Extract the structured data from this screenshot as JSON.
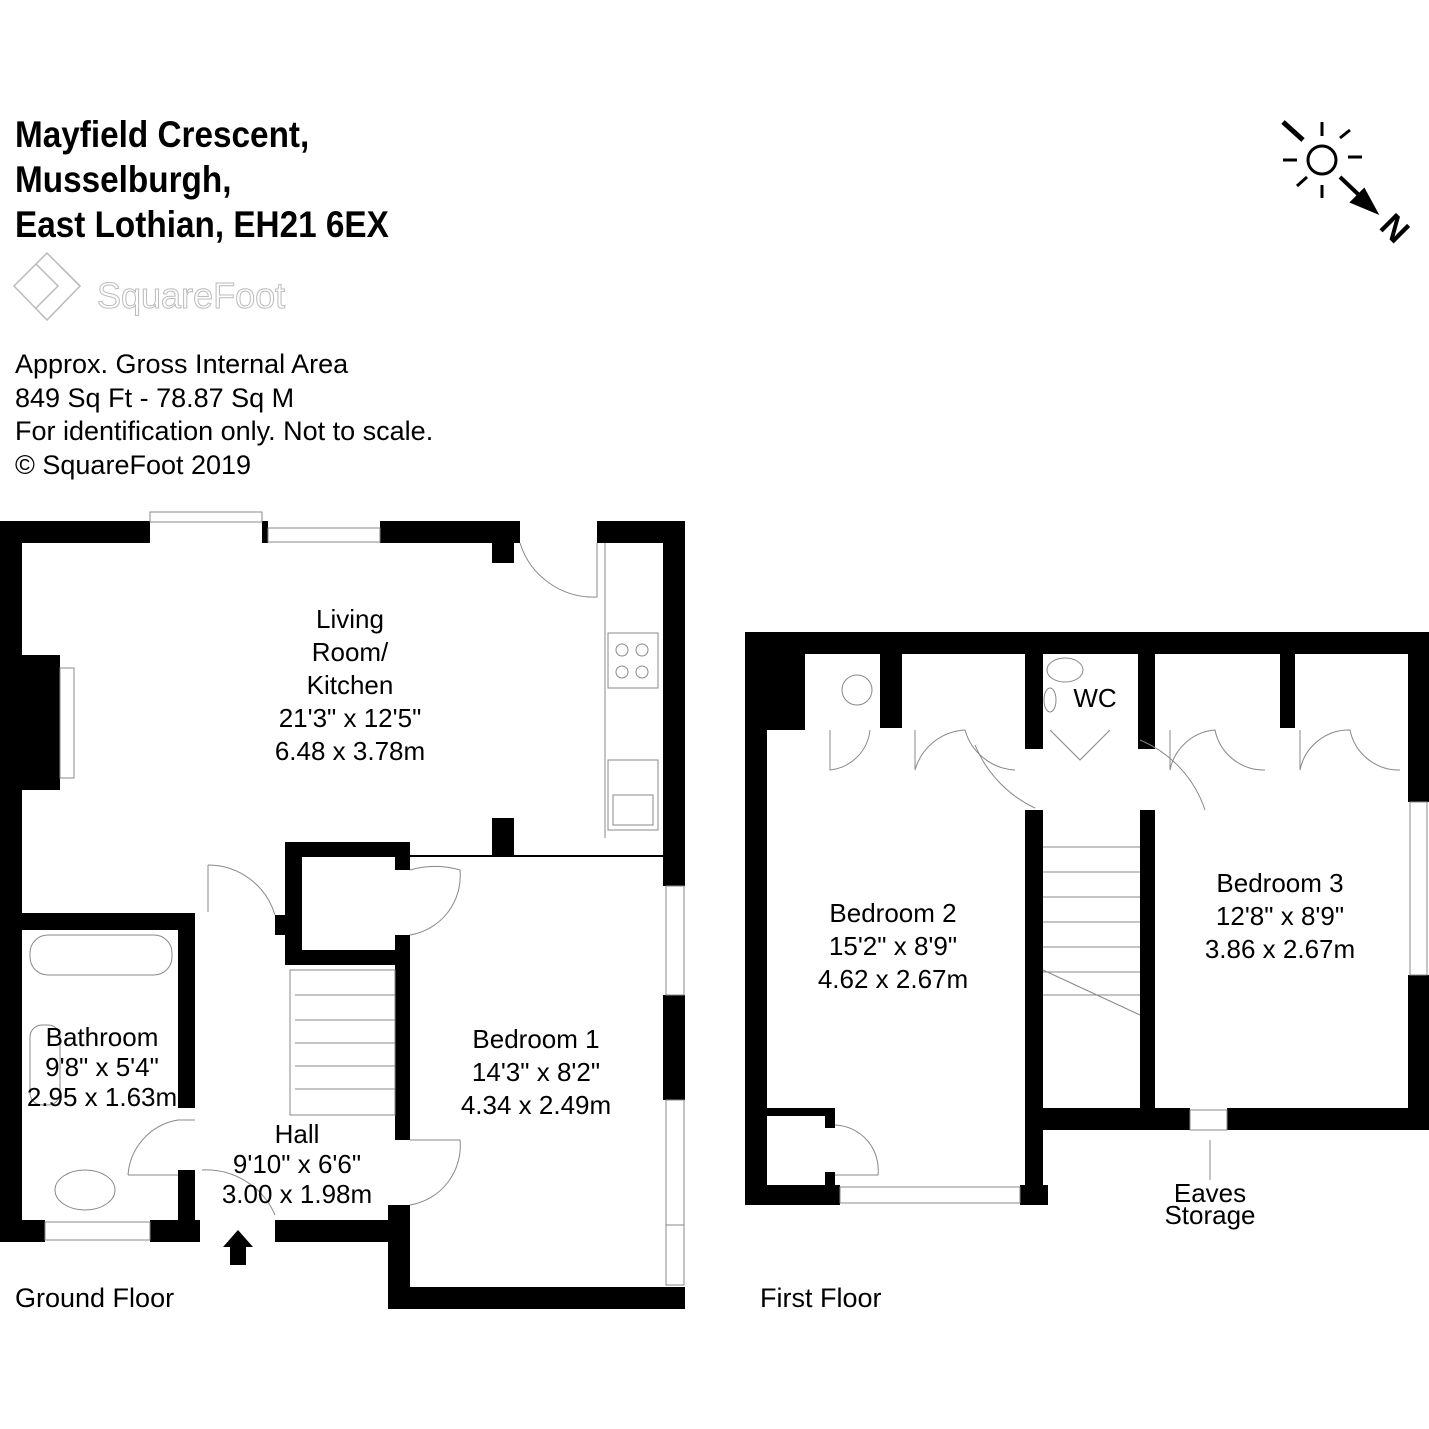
{
  "address": {
    "line1": "Mayfield Crescent,",
    "line2": "Musselburgh,",
    "line3": "East Lothian, EH21 6EX"
  },
  "logo": "SquareFoot",
  "info": {
    "area_label": "Approx. Gross Internal Area",
    "area_value": "849 Sq Ft  -  78.87 Sq M",
    "disclaimer": "For identification only. Not to scale.",
    "copyright": "© SquareFoot 2019"
  },
  "compass": {
    "label": "N"
  },
  "ground_floor": {
    "label": "Ground Floor",
    "rooms": [
      {
        "name": "Living",
        "name2": "Room/",
        "name3": "Kitchen",
        "imperial": "21'3\" x 12'5\"",
        "metric": "6.48 x 3.78m"
      },
      {
        "name": "Bedroom 1",
        "imperial": "14'3\" x 8'2\"",
        "metric": "4.34 x 2.49m"
      },
      {
        "name": "Bathroom",
        "imperial": "9'8\" x 5'4\"",
        "metric": "2.95 x 1.63m"
      },
      {
        "name": "Hall",
        "imperial": "9'10\" x 6'6\"",
        "metric": "3.00 x 1.98m"
      }
    ]
  },
  "first_floor": {
    "label": "First Floor",
    "rooms": [
      {
        "name": "Bedroom 2",
        "imperial": "15'2\" x 8'9\"",
        "metric": "4.62 x 2.67m"
      },
      {
        "name": "Bedroom 3",
        "imperial": "12'8\" x 8'9\"",
        "metric": "3.86 x 2.67m"
      },
      {
        "name": "WC"
      }
    ],
    "eaves_line1": "Eaves",
    "eaves_line2": "Storage"
  }
}
